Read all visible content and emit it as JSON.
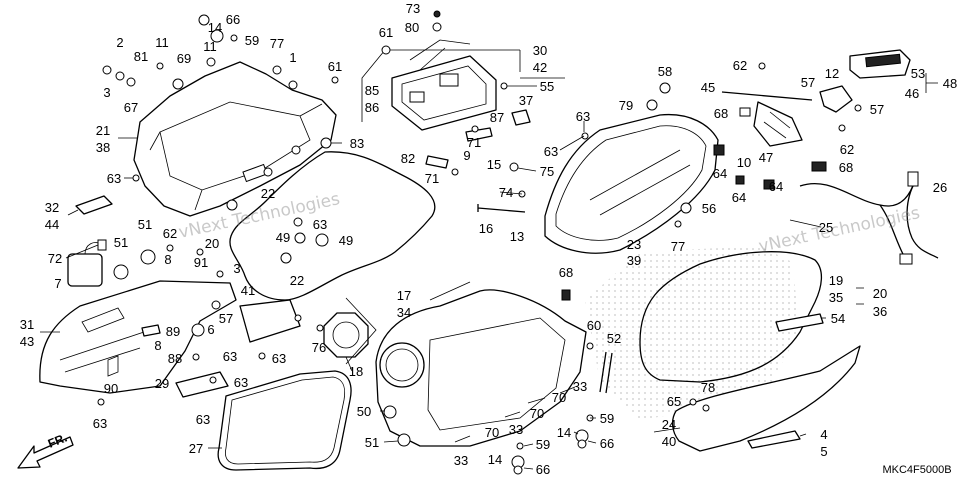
{
  "diagram_code": "MKC4F5000B",
  "direction_label": "FR.",
  "watermark": "vNext Technologies",
  "callouts": [
    "73",
    "80",
    "66",
    "14",
    "59",
    "2",
    "11",
    "11",
    "77",
    "61",
    "30",
    "42",
    "81",
    "69",
    "1",
    "61",
    "62",
    "53",
    "48",
    "46",
    "58",
    "12",
    "57",
    "45",
    "55",
    "3",
    "67",
    "85",
    "86",
    "37",
    "79",
    "57",
    "68",
    "87",
    "63",
    "21",
    "38",
    "83",
    "71",
    "63",
    "9",
    "62",
    "47",
    "82",
    "10",
    "15",
    "68",
    "75",
    "64",
    "71",
    "63",
    "64",
    "26",
    "22",
    "74",
    "64",
    "32",
    "56",
    "44",
    "51",
    "63",
    "16",
    "25",
    "62",
    "13",
    "49",
    "49",
    "20",
    "51",
    "23",
    "77",
    "72",
    "8",
    "39",
    "91",
    "3",
    "68",
    "22",
    "19",
    "7",
    "41",
    "20",
    "17",
    "35",
    "36",
    "34",
    "54",
    "57",
    "31",
    "60",
    "6",
    "89",
    "52",
    "43",
    "8",
    "76",
    "88",
    "63",
    "63",
    "18",
    "29",
    "63",
    "33",
    "78",
    "90",
    "70",
    "65",
    "50",
    "70",
    "59",
    "63",
    "63",
    "24",
    "33",
    "70",
    "14",
    "4",
    "40",
    "51",
    "66",
    "59",
    "27",
    "5",
    "14",
    "33",
    "66"
  ]
}
